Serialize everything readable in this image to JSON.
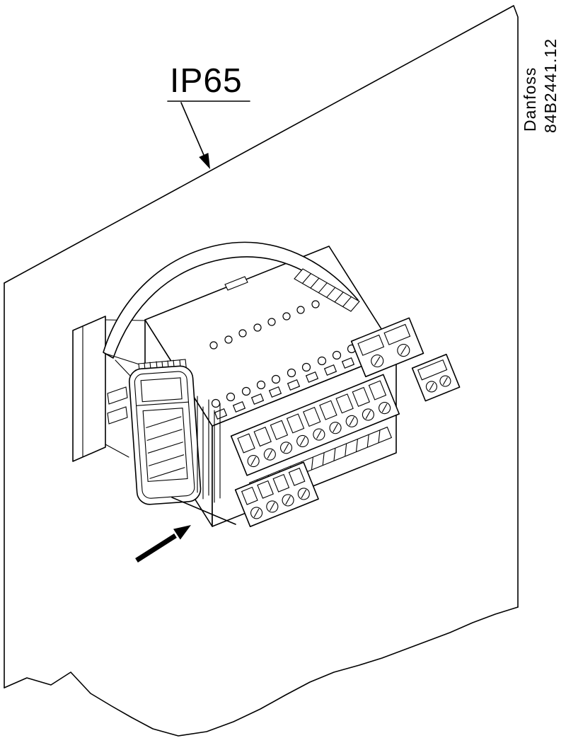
{
  "drawing": {
    "protection_label": "IP65",
    "brand": "Danfoss",
    "document_number": "84B2441.12"
  },
  "colors": {
    "line": "#000000",
    "background": "#ffffff"
  },
  "icons": {
    "leader_arrow": "filled-triangle-arrow-down-right",
    "insertion_arrow": "filled-triangle-arrow-up-right"
  }
}
